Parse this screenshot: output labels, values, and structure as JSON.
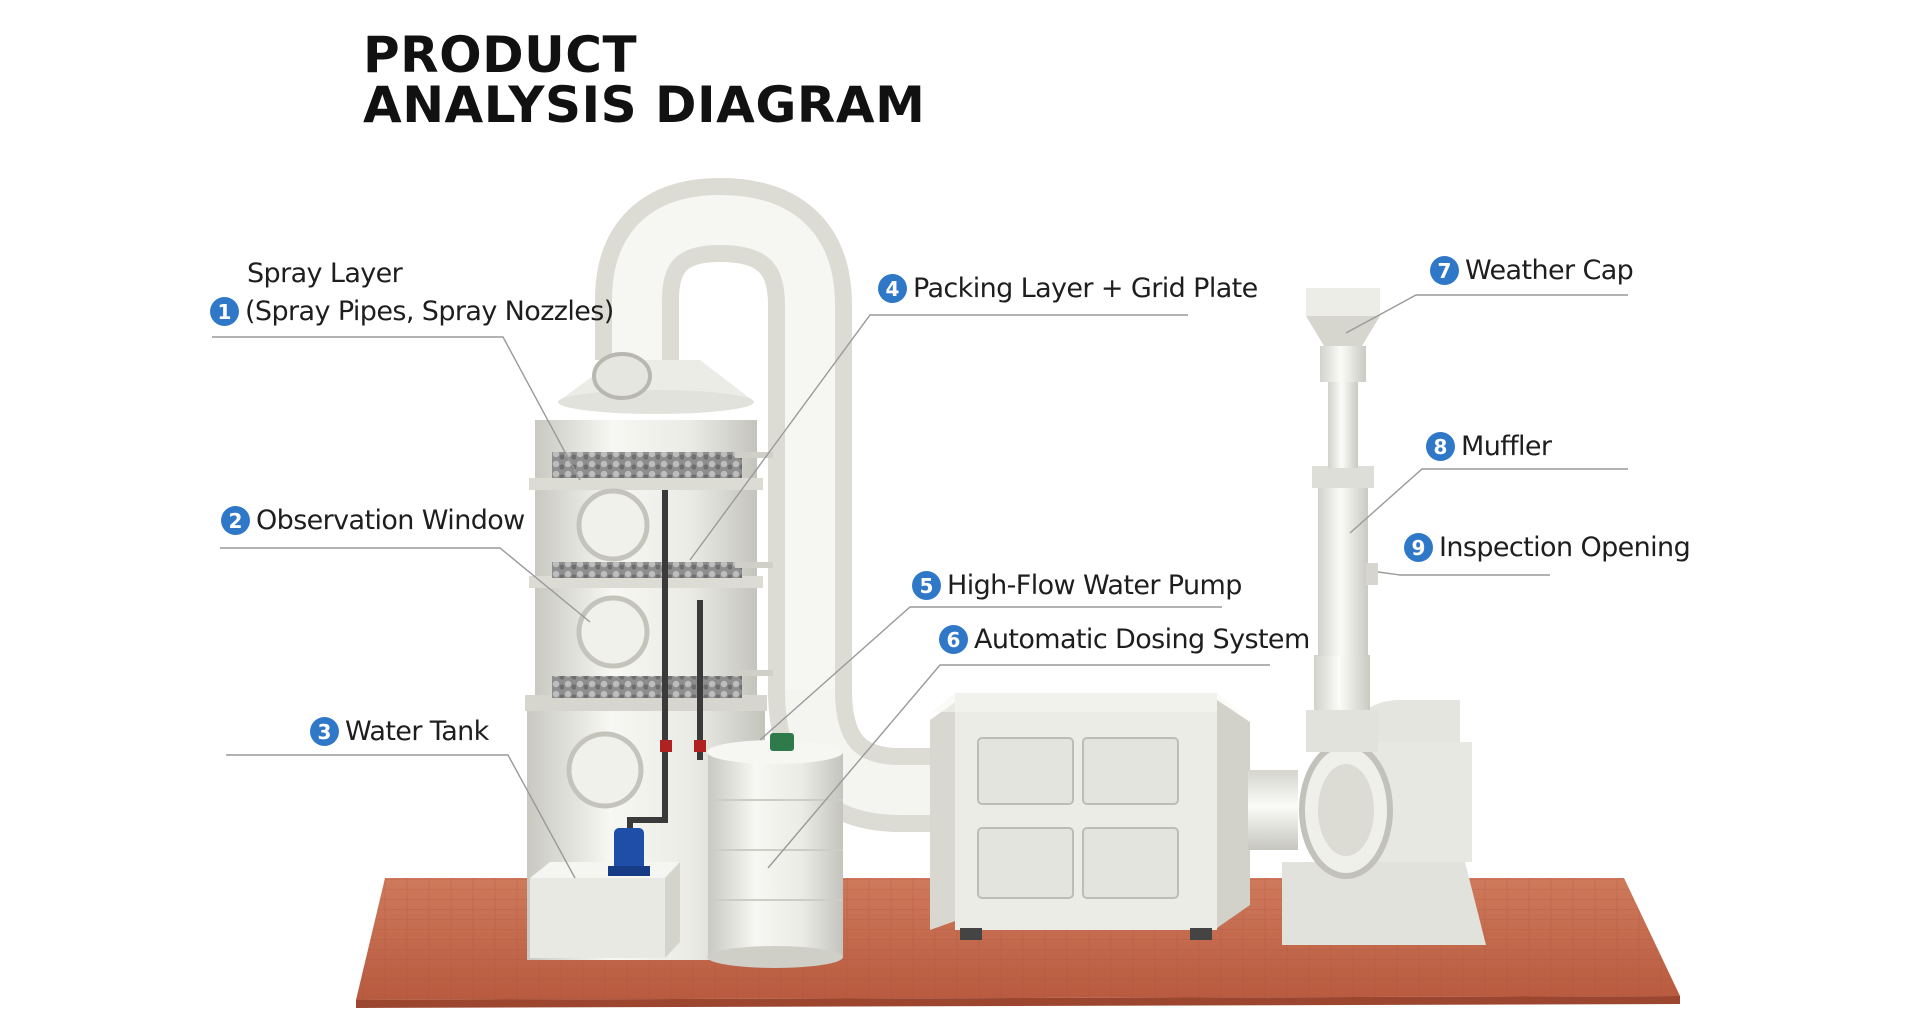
{
  "title": {
    "line1": "PRODUCT",
    "line2": "ANALYSIS DIAGRAM"
  },
  "labels": [
    {
      "number": "1",
      "pre_text": "Spray Layer",
      "text": "(Spray Pipes, Spray Nozzles)"
    },
    {
      "number": "2",
      "text": "Observation Window"
    },
    {
      "number": "3",
      "text": "Water Tank"
    },
    {
      "number": "4",
      "text": "Packing Layer + Grid Plate"
    },
    {
      "number": "5",
      "text": "High-Flow Water Pump"
    },
    {
      "number": "6",
      "text": "Automatic Dosing System"
    },
    {
      "number": "7",
      "text": "Weather Cap"
    },
    {
      "number": "8",
      "text": "Muffler"
    },
    {
      "number": "9",
      "text": "Inspection Opening"
    }
  ],
  "colors": {
    "badge": "#2f78c8",
    "equipment": "#eeeeea",
    "floor": "#c76a4e",
    "line": "#9a9a9a"
  }
}
